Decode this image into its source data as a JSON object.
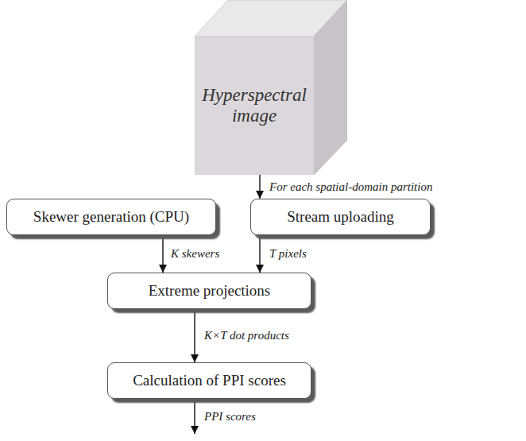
{
  "diagram": {
    "nodes": [
      {
        "text": [
          "Hyperspectral image"
        ]
      },
      {
        "text": [
          "Skewer generation (CPU)"
        ]
      },
      {
        "text": [
          "Stream uploading"
        ]
      },
      {
        "text": [
          "Extreme projections"
        ]
      },
      {
        "text": [
          "Calculation of PPI scores"
        ]
      }
    ],
    "edges": [
      {
        "from": 0,
        "to": 2,
        "arrow": "to",
        "label": "For each spatial-domain partition"
      },
      {
        "from": 1,
        "to": 3,
        "arrow": "to",
        "label": "K skewers"
      },
      {
        "from": 2,
        "to": 3,
        "arrow": "to",
        "label": "T pixels"
      },
      {
        "from": 3,
        "to": 4,
        "arrow": "to",
        "label": "K×T dot products"
      }
    ],
    "labels": [
      "PPI scores"
    ]
  }
}
